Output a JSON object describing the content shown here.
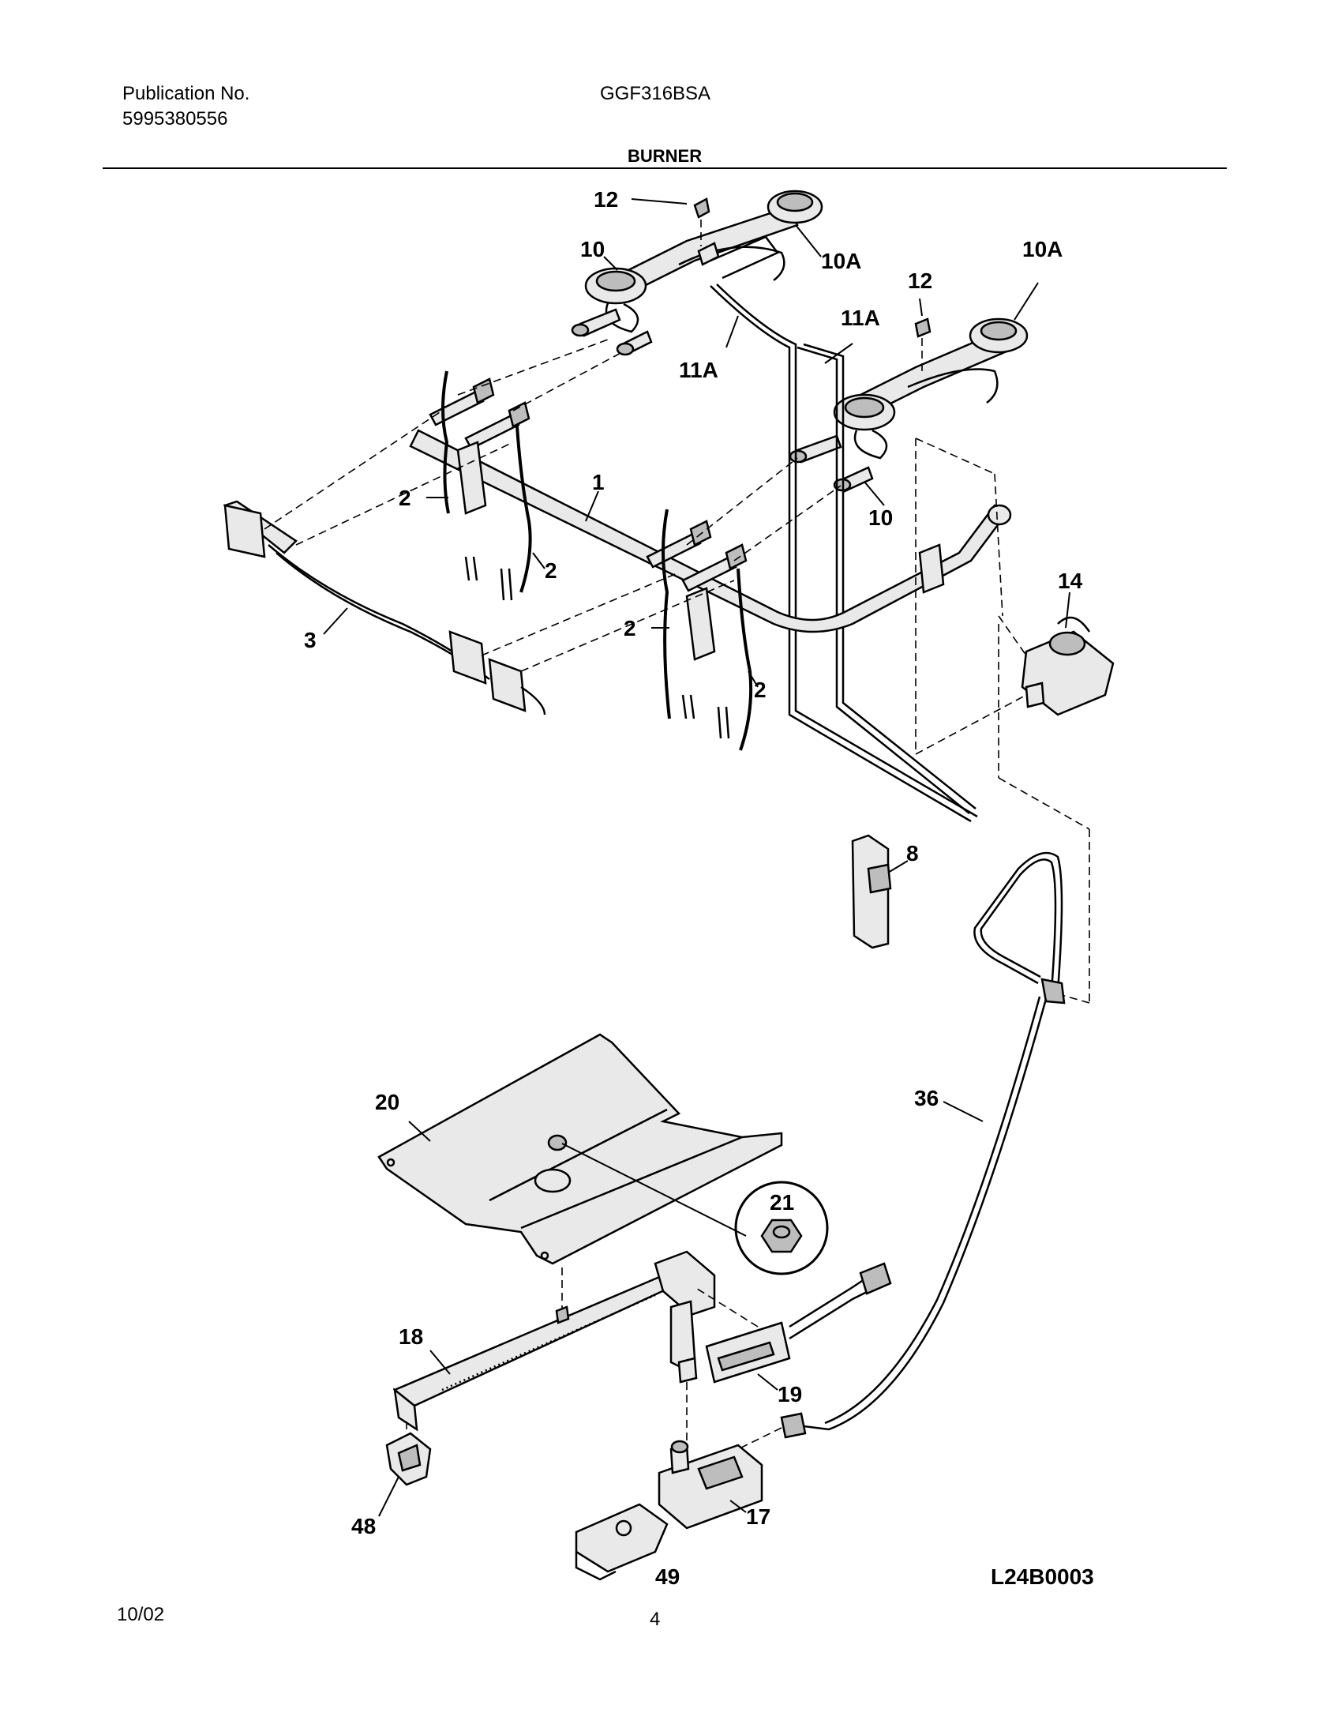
{
  "header": {
    "publication_label": "Publication No.",
    "publication_number": "5995380556",
    "model_number": "GGF316BSA",
    "section_title": "BURNER"
  },
  "diagram": {
    "callouts": {
      "c1": "1",
      "c2": "2",
      "c3": "3",
      "c8": "8",
      "c10": "10",
      "c10a": "10A",
      "c11a": "11A",
      "c12": "12",
      "c14": "14",
      "c17": "17",
      "c18": "18",
      "c19": "19",
      "c20": "20",
      "c21": "21",
      "c36": "36",
      "c48": "48",
      "c49": "49"
    },
    "drawing_code": "L24B0003"
  },
  "footer": {
    "date": "10/02",
    "page_number": "4"
  }
}
